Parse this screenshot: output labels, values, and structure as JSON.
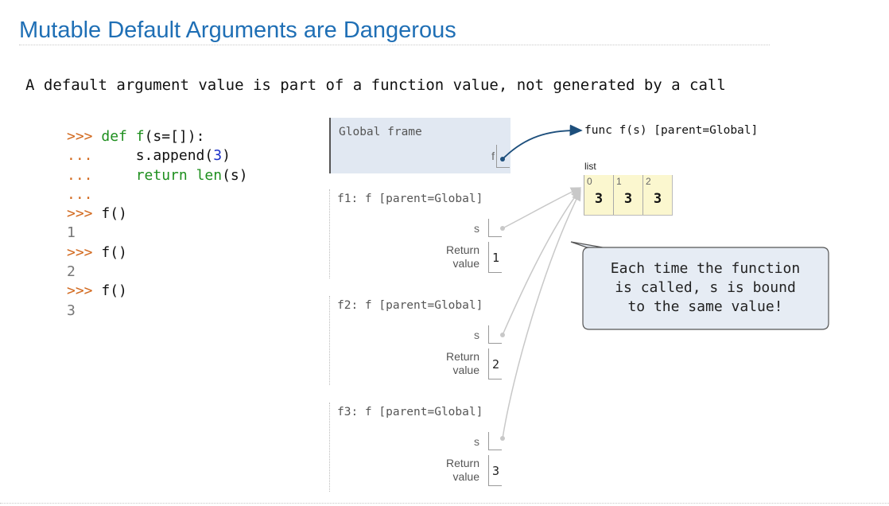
{
  "title": "Mutable Default Arguments are Dangerous",
  "subtitle": "A default argument value is part of a function value, not generated by a call",
  "code": {
    "lines": [
      [
        {
          "t": ">>> ",
          "c": "prompt"
        },
        {
          "t": "def ",
          "c": "kw"
        },
        {
          "t": "f",
          "c": "kw"
        },
        {
          "t": "(s=[]):",
          "c": "text"
        }
      ],
      [
        {
          "t": "...     ",
          "c": "prompt"
        },
        {
          "t": "s.append(",
          "c": "text"
        },
        {
          "t": "3",
          "c": "num"
        },
        {
          "t": ")",
          "c": "text"
        }
      ],
      [
        {
          "t": "...     ",
          "c": "prompt"
        },
        {
          "t": "return ",
          "c": "kw"
        },
        {
          "t": "len",
          "c": "kw"
        },
        {
          "t": "(s)",
          "c": "text"
        }
      ],
      [
        {
          "t": "...",
          "c": "prompt"
        }
      ],
      [
        {
          "t": ">>> ",
          "c": "prompt"
        },
        {
          "t": "f()",
          "c": "text"
        }
      ],
      [
        {
          "t": "1",
          "c": "out"
        }
      ],
      [
        {
          "t": ">>> ",
          "c": "prompt"
        },
        {
          "t": "f()",
          "c": "text"
        }
      ],
      [
        {
          "t": "2",
          "c": "out"
        }
      ],
      [
        {
          "t": ">>> ",
          "c": "prompt"
        },
        {
          "t": "f()",
          "c": "text"
        }
      ],
      [
        {
          "t": "3",
          "c": "out"
        }
      ]
    ]
  },
  "global_frame": {
    "title": "Global frame",
    "var_name": "f"
  },
  "function_object": "func f(s) [parent=Global]",
  "list_object": {
    "label": "list",
    "indices": [
      "0",
      "1",
      "2"
    ],
    "values": [
      "3",
      "3",
      "3"
    ]
  },
  "frames": [
    {
      "title": "f1: f [parent=Global]",
      "var_name": "s",
      "return_label": "Return\nvalue",
      "return_value": "1"
    },
    {
      "title": "f2: f [parent=Global]",
      "var_name": "s",
      "return_label": "Return\nvalue",
      "return_value": "2"
    },
    {
      "title": "f3: f [parent=Global]",
      "var_name": "s",
      "return_label": "Return\nvalue",
      "return_value": "3"
    }
  ],
  "callout": {
    "lines": [
      "Each time the function",
      "is called, s is bound",
      "to the same value!"
    ]
  },
  "colors": {
    "title": "#1f6fb5",
    "prompt": "#d2691e",
    "keyword": "#1e8f1e",
    "number": "#1a2fc8",
    "global_frame_bg": "#e1e8f2",
    "list_bg": "#fbf7cf",
    "callout_bg": "#e6ecf4",
    "pointer_dark": "#1d4f7c",
    "pointer_light": "#c8c8c8"
  }
}
